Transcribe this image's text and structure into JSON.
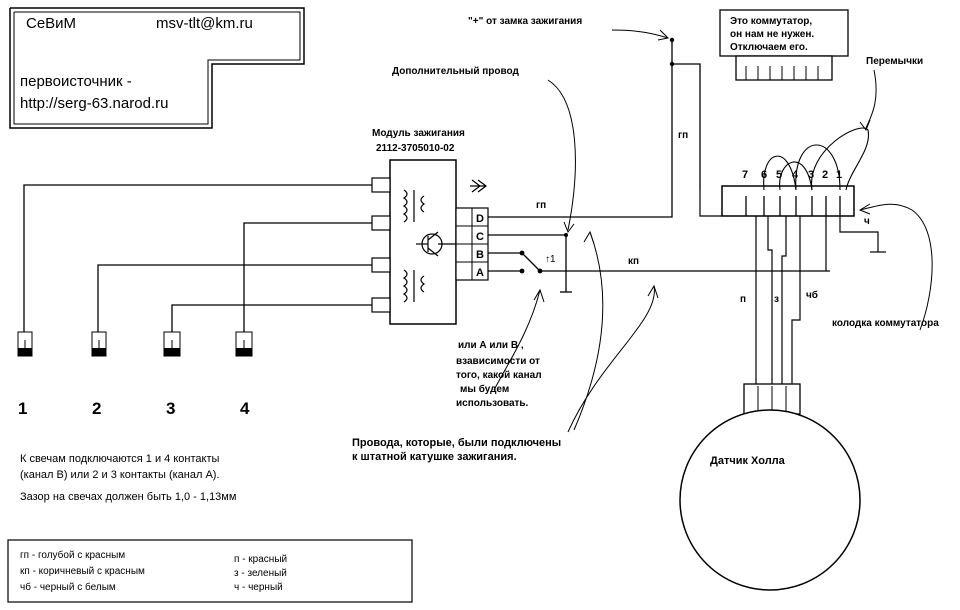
{
  "header": {
    "author": "СеВиМ",
    "email": "msv-tlt@km.ru",
    "source_label": "первоисточник  -",
    "source_url": "http://serg-63.narod.ru"
  },
  "module": {
    "title": "Модуль зажигания",
    "part_number": "2112-3705010-02",
    "terminals": [
      "D",
      "C",
      "B",
      "A"
    ]
  },
  "top_labels": {
    "ignition": "\"+\" от замка зажигания",
    "extra_wire": "Дополнительный провод",
    "commutator_note": [
      "Это коммутатор,",
      "он нам не нужен.",
      "Отключаем его."
    ],
    "jumpers": "Перемычки"
  },
  "wire_labels": {
    "gp_vertical": "гп",
    "gp_horizontal": "гп",
    "kp": "кп",
    "ch": "ч",
    "p": "п",
    "z": "з",
    "chb": "чб"
  },
  "connector": {
    "pins": [
      "7",
      "6",
      "5",
      "4",
      "3",
      "2",
      "1"
    ],
    "label": "колодка коммутатора"
  },
  "spark_plugs": [
    "1",
    "2",
    "3",
    "4"
  ],
  "channel_note": [
    "или А или В ,",
    "взависимости от",
    "того, какой канал",
    "мы будем",
    "использовать."
  ],
  "old_wires_note": [
    "Провода, которые, были подключены",
    "к штатной катушке зажигания."
  ],
  "hall_sensor": "Датчик Холла",
  "notes": {
    "line1": "К свечам подключаются 1 и 4 контакты",
    "line2": "(канал В) или 2 и 3 контакты (канал А).",
    "line3": "Зазор на свечах должен быть 1,0 - 1,13мм"
  },
  "legend": {
    "left": [
      "гп - голубой с красным",
      "кп - коричневый с красным",
      "чб - черный с белым"
    ],
    "right": [
      "п - красный",
      "з - зеленый",
      "ч - черный"
    ]
  }
}
